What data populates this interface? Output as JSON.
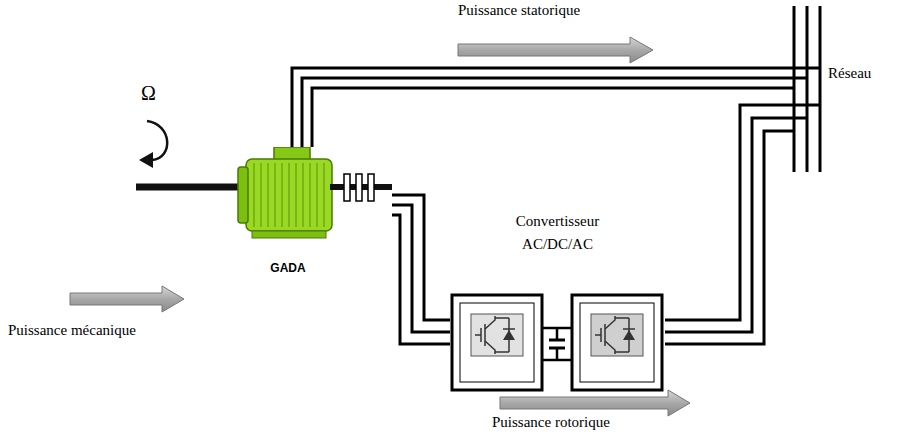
{
  "diagram": {
    "nodes": [
      {
        "text": [
          "GADA"
        ]
      },
      {
        "text": [
          "Convertisseur AC/DC/AC"
        ]
      },
      {
        "text": [
          "Réseau"
        ]
      }
    ],
    "edges": [
      {
        "from": 0,
        "to": 2,
        "arrow": "none"
      },
      {
        "from": 0,
        "to": 1,
        "arrow": "none"
      },
      {
        "from": 1,
        "to": 2,
        "arrow": "none"
      }
    ],
    "labels": [
      "Puissance statorique",
      "Ω",
      "Puissance mécanique",
      "Puissance rotorique"
    ]
  }
}
